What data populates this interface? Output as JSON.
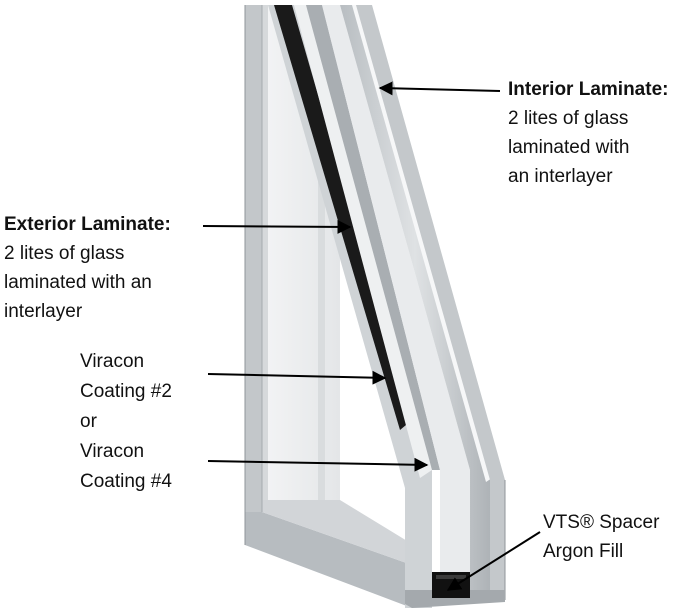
{
  "labels": {
    "interior": {
      "heading": "Interior Laminate:",
      "lines": [
        "2 lites of glass",
        "laminated with",
        "an interlayer"
      ]
    },
    "exterior": {
      "heading": "Exterior Laminate:",
      "lines": [
        "2 lites of glass",
        "laminated with an",
        "interlayer"
      ]
    },
    "coating": {
      "lines": [
        "Viracon",
        "Coating #2",
        "or",
        "Viracon",
        "Coating #4"
      ]
    },
    "spacer": {
      "lines": [
        "VTS® Spacer",
        "Argon Fill"
      ]
    }
  },
  "colors": {
    "glass_light": "#eef0f1",
    "glass_mid": "#c9cdd0",
    "glass_edge": "#9ea4a8",
    "interlayer": "#1a1a1a",
    "spacer": "#111111",
    "arrow": "#000000"
  }
}
